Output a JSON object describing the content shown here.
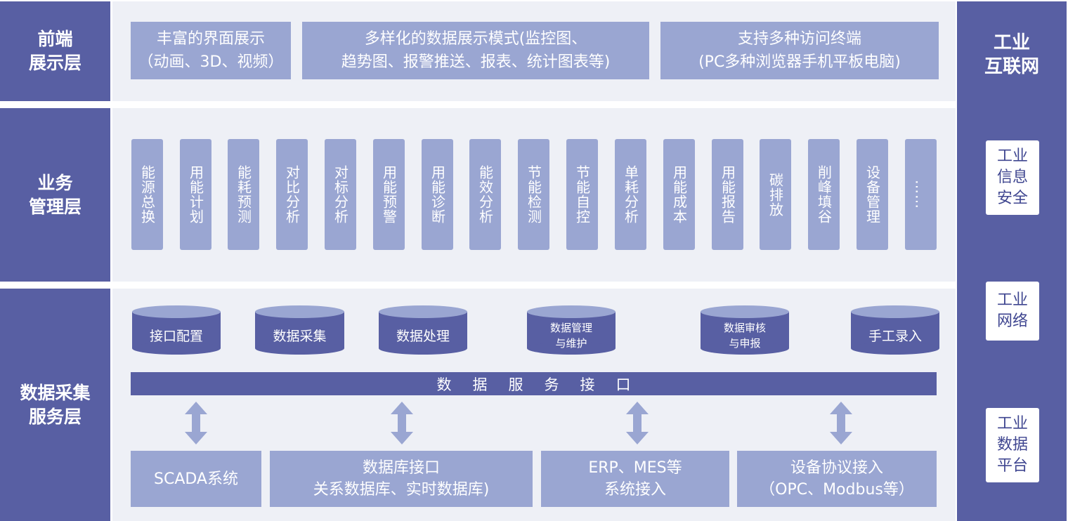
{
  "layers": {
    "frontend": "前端\n展示层",
    "business": "业务\n管理层",
    "data": "数据采集\n服务层"
  },
  "frontend_boxes": [
    "丰富的界面展示\n（动画、3D、视频）",
    "多样化的数据展示模式(监控图、\n趋势图、报警推送、报表、统计图表等)",
    "支持多种访问终端\n(PC多种浏览器手机平板电脑)"
  ],
  "business_items": [
    "能源总换",
    "用能计划",
    "能耗预测",
    "对比分析",
    "对标分析",
    "用能预警",
    "用能诊断",
    "能效分析",
    "节能检测",
    "节能自控",
    "单耗分析",
    "用能成本",
    "用能报告",
    "碳排放",
    "削峰填谷",
    "设备管理",
    "……"
  ],
  "services": [
    "接口配置",
    "数据采集",
    "数据处理",
    "数据管理\n与维护",
    "数据审核\n与申报",
    "手工录入"
  ],
  "bus_label": "数据服务接口",
  "sources": [
    "SCADA系统",
    "数据库接口\n关系数据库、实时数据库)",
    "ERP、MES等\n系统接入",
    "设备协议接入\n（OPC、Modbus等）"
  ],
  "side": {
    "title": "工业\n互联网",
    "items": [
      "工业\n信息\n安全",
      "工业\n网络",
      "工业\n数据\n平台"
    ]
  },
  "colors": {
    "dark": "#585fa3",
    "light": "#9aa6d2",
    "band": "#eef0f6"
  }
}
